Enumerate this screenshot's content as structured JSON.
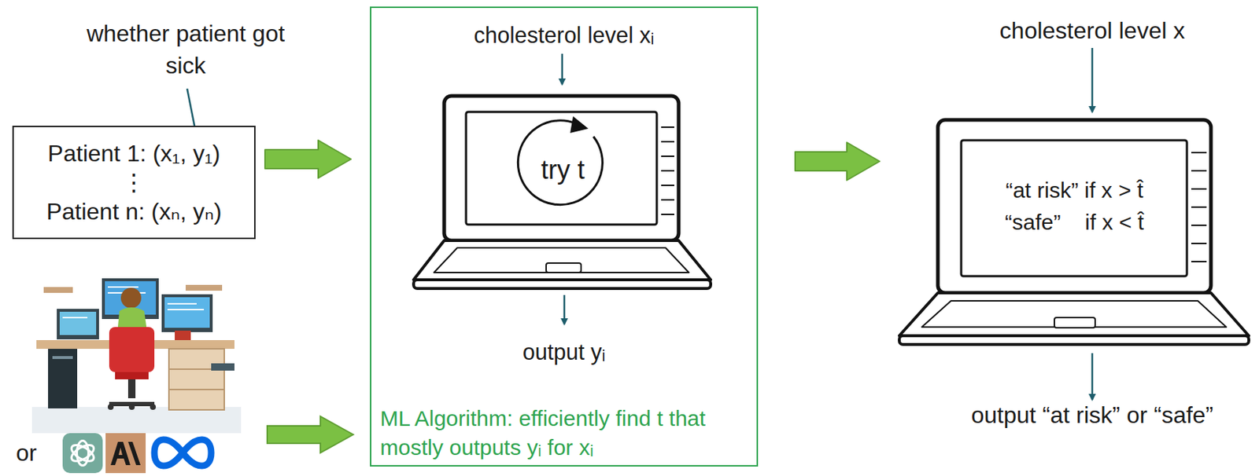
{
  "diagram": {
    "nodes": [
      {
        "text": [
          "Patient 1: (x₁, y₁)",
          "⋮",
          "Patient n: (xₙ, yₙ)"
        ]
      },
      {
        "text": [
          "cholesterol level xᵢ",
          "output yᵢ",
          "ML Algorithm: efficiently find t that mostly outputs yᵢ for xᵢ"
        ]
      },
      {
        "text": [
          "try t"
        ],
        "in": 1
      },
      {
        "text": [
          "“at risk” if x > t̂",
          "“safe”    if x < t̂"
        ]
      }
    ],
    "edges": [
      {
        "from": 0,
        "to": 1,
        "arrow": "to"
      },
      {
        "from": 1,
        "to": 3,
        "arrow": "to"
      }
    ],
    "labels": [
      "whether patient got sick",
      "or",
      "cholesterol level x",
      "output “at risk” or “safe”"
    ]
  }
}
